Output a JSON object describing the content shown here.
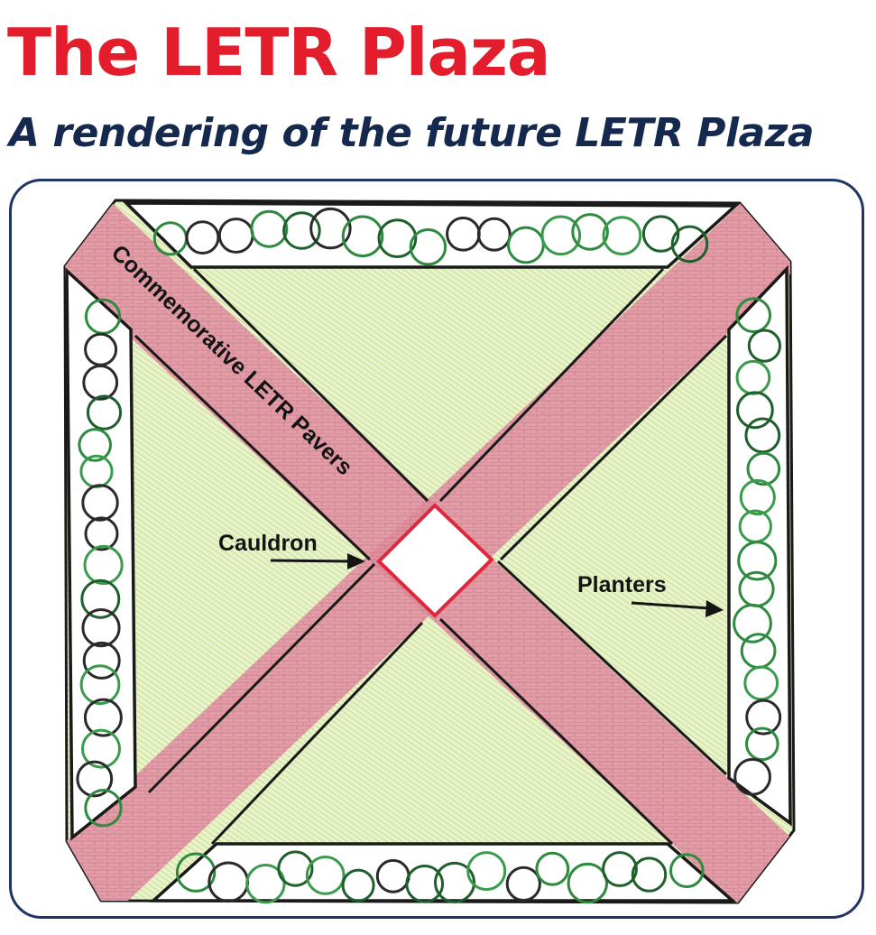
{
  "header": {
    "title": "The LETR Plaza",
    "subtitle": "A rendering of the future LETR Plaza"
  },
  "labels": {
    "pavers": "Commemorative LETR Pavers",
    "cauldron": "Cauldron",
    "planters": "Planters"
  },
  "colors": {
    "title": "#e31d2b",
    "subtitle": "#14294d",
    "frame": "#1f3563",
    "lawn": "#e6f2c8",
    "pavers": "#e7aab3",
    "planter_fill": "#ffffff",
    "shrub": "#2d8a3e"
  }
}
